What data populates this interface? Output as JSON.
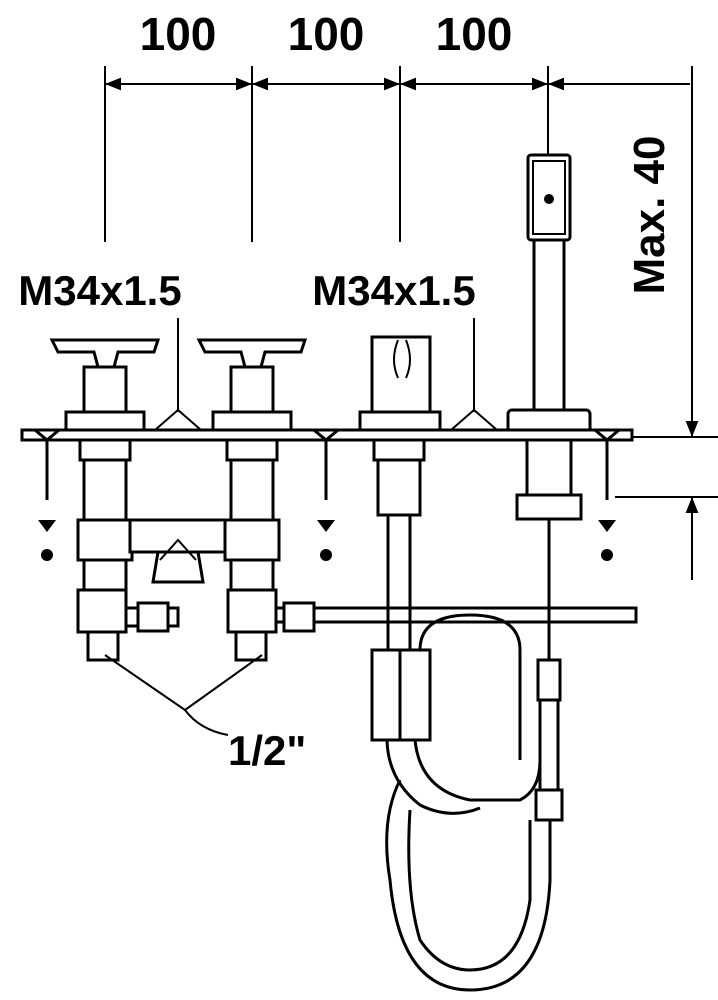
{
  "dimensions": {
    "spacing": [
      "100",
      "100",
      "100"
    ],
    "max_height": "Max. 40"
  },
  "labels": {
    "thread_left": "M34x1.5",
    "thread_right": "M34x1.5",
    "inlet": "1/2\""
  },
  "colors": {
    "line": "#000000",
    "background": "#ffffff"
  }
}
